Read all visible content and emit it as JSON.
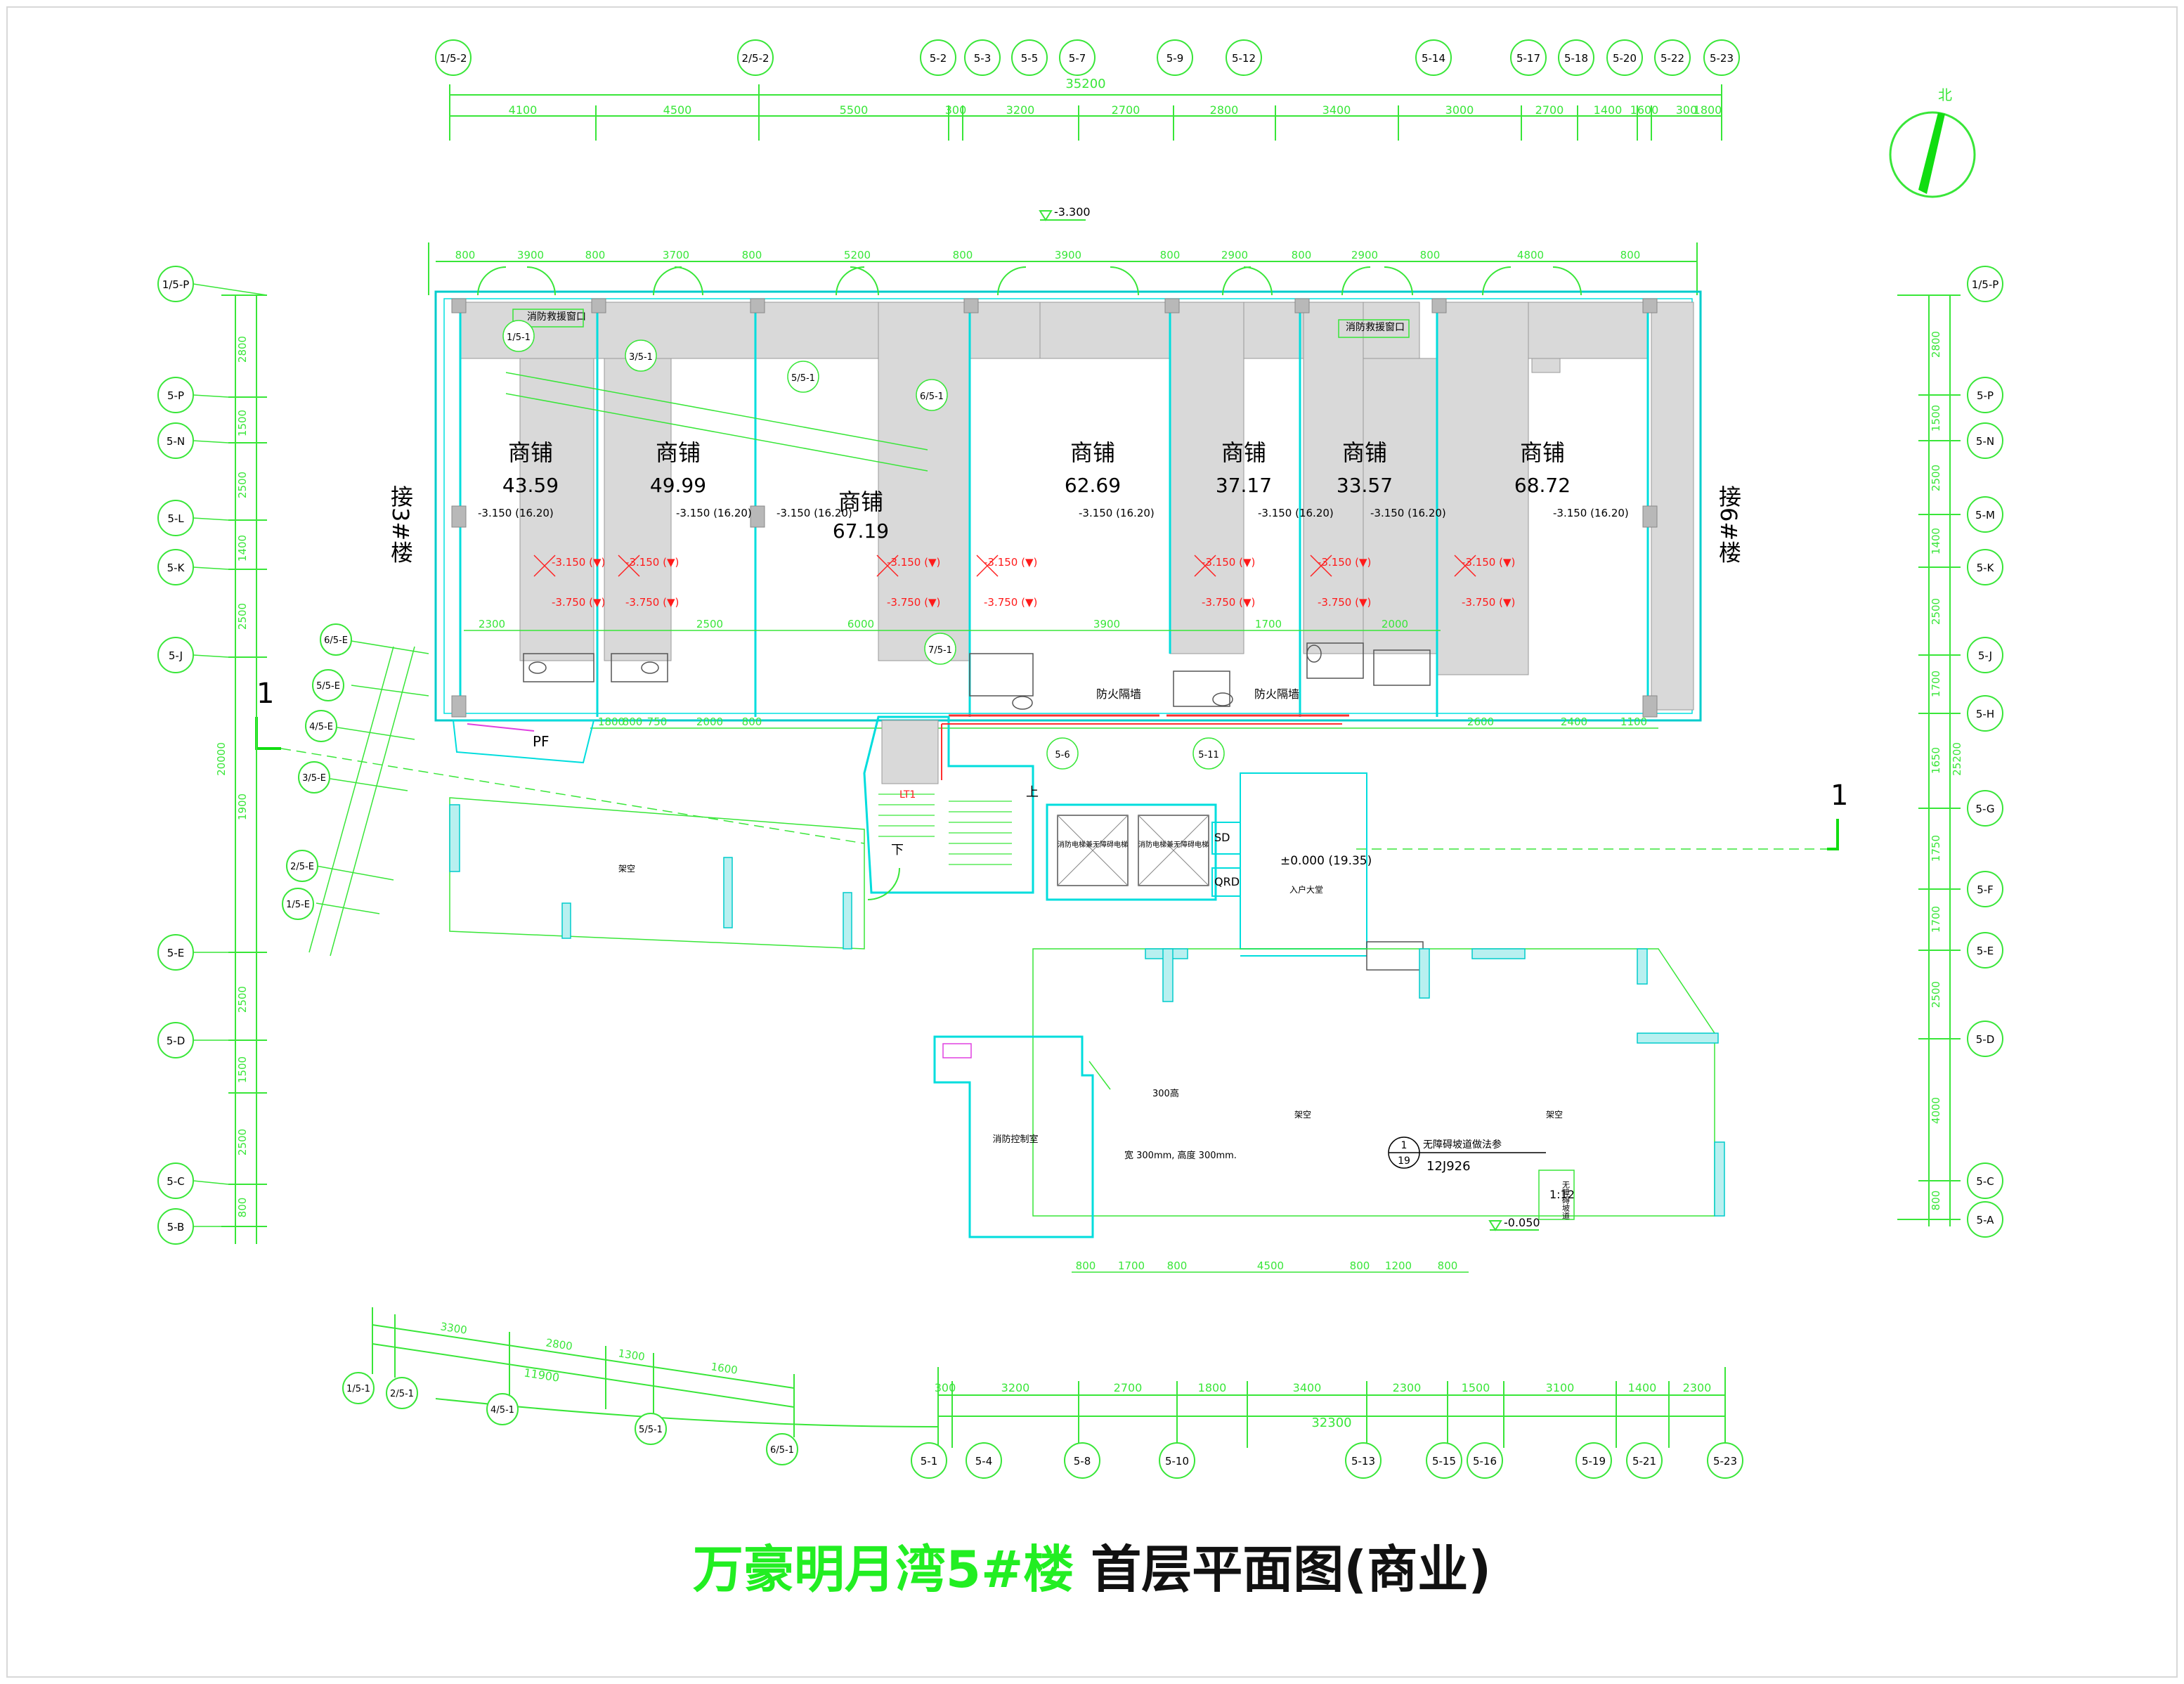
{
  "title": {
    "part1": "万豪明月湾5#楼",
    "part2": "首层平面图(商业)"
  },
  "north_label": "北",
  "axes_top": [
    "1/5-2",
    "2/5-2",
    "5-2",
    "5-3",
    "5-5",
    "5-7",
    "5-9",
    "5-12",
    "5-14",
    "5-17",
    "5-18",
    "5-20",
    "5-22",
    "5-23"
  ],
  "axes_bottom": [
    "5-1",
    "5-4",
    "5-8",
    "5-10",
    "5-13",
    "5-15",
    "5-16",
    "5-19",
    "5-21",
    "5-23"
  ],
  "axes_bottom_skew": [
    "1/5-1",
    "2/5-1",
    "4/5-1",
    "5/5-1",
    "6/5-1"
  ],
  "axes_left": [
    "1/5-P",
    "5-P",
    "5-N",
    "5-L",
    "5-K",
    "5-J",
    "5-E",
    "5-D",
    "5-C",
    "5-B"
  ],
  "axes_left_skew": [
    "6/5-E",
    "5/5-E",
    "4/5-E",
    "3/5-E",
    "2/5-E",
    "1/5-E"
  ],
  "axes_right": [
    "1/5-P",
    "5-P",
    "5-N",
    "5-M",
    "5-K",
    "5-J",
    "5-H",
    "5-G",
    "5-F",
    "5-E",
    "5-D",
    "5-C",
    "5-A"
  ],
  "axes_inner": [
    "1/5-1",
    "3/5-1",
    "5/5-1",
    "6/5-1",
    "7/5-1",
    "5-6",
    "5-11"
  ],
  "dims_top_total": "35200",
  "dims_top": [
    "4100",
    "4500",
    "5500",
    "300",
    "3200",
    "2700",
    "2800",
    "3400",
    "3000",
    "2700",
    "1400",
    "1600",
    "300",
    "1800"
  ],
  "dims_upper": [
    "800",
    "3900",
    "800",
    "3700",
    "800",
    "5200",
    "800",
    "3900",
    "800",
    "2900",
    "800",
    "2900",
    "800",
    "4800",
    "800"
  ],
  "dims_left": [
    "2800",
    "1500",
    "2500",
    "1400",
    "2500",
    "1900",
    "2500",
    "1500",
    "2500",
    "800"
  ],
  "dims_left_total": "20000",
  "dims_right": [
    "2800",
    "1500",
    "2500",
    "1400",
    "2500",
    "1700",
    "1650",
    "1750",
    "1700",
    "2500",
    "4000",
    "800"
  ],
  "dims_right_total": "25200",
  "dims_bottom_total": "32300",
  "dims_bottom": [
    "300",
    "3200",
    "2700",
    "1800",
    "3400",
    "2300",
    "1500",
    "3100",
    "1400",
    "2300"
  ],
  "dims_bottom_skew_total": "11900",
  "dims_bottom_skew": [
    "3300",
    "2800",
    "1300",
    "1600"
  ],
  "dims_court": [
    "800",
    "1700",
    "800",
    "4500",
    "800",
    "1200",
    "800"
  ],
  "dims_mid": [
    "2300",
    "2500",
    "6000",
    "3900",
    "1700",
    "2000"
  ],
  "dims_low": [
    "1800",
    "800",
    "750",
    "2000",
    "800",
    "2600",
    "2400",
    "1100"
  ],
  "elev_top": "-3.300",
  "shops": [
    {
      "name": "商铺",
      "area": "43.59",
      "elev": "-3.150 (16.20)"
    },
    {
      "name": "商铺",
      "area": "49.99",
      "elev": "-3.150 (16.20)"
    },
    {
      "name": "商铺",
      "area": "67.19",
      "elev": "-3.150 (16.20)"
    },
    {
      "name": "商铺",
      "area": "62.69",
      "elev": "-3.150 (16.20)"
    },
    {
      "name": "商铺",
      "area": "37.17",
      "elev": "-3.150 (16.20)"
    },
    {
      "name": "商铺",
      "area": "33.57",
      "elev": "-3.150 (16.20)"
    },
    {
      "name": "商铺",
      "area": "68.72",
      "elev": "-3.150 (16.20)"
    }
  ],
  "red_elev_a": "-3.150 (▼)",
  "red_elev_b": "-3.750 (▼)",
  "fire_window": "消防救援窗口",
  "fire_wall": "防火隔墙",
  "link_left": "接3#楼",
  "link_right": "接6#楼",
  "section_mark": "1",
  "pf_label": "PF",
  "elev_zero": "±0.000 (19.35)",
  "sd_label": "SD",
  "qrd_label": "QRD",
  "lobby": "入户大堂",
  "up_label": "上",
  "down_label": "下",
  "ltt_label": "LT1",
  "elevator_a": "消防电梯兼无障碍电梯",
  "elevator_b": "消防电梯兼无障碍电梯",
  "void_label": "架空",
  "control_room": "消防控制室",
  "ramp_note": "无障碍坡道做法参",
  "ramp_ref_num": "1",
  "ramp_ref_den": "19",
  "ramp_ref_code": "12J926",
  "ramp_slope": "1:12",
  "ramp_label": "无障碍坡道",
  "elev_low": "-0.050",
  "note_300": "300高",
  "note_width": "宽 300mm, 高度 300mm."
}
